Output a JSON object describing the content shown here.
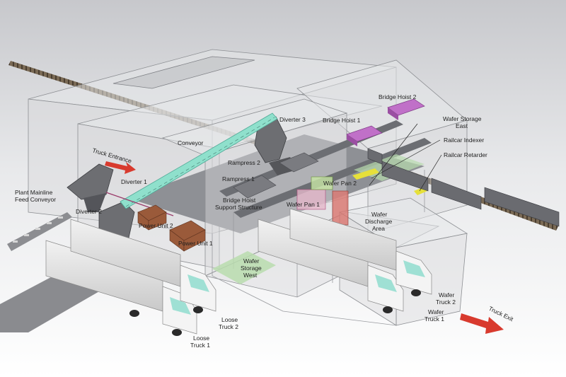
{
  "labels": {
    "plant_mainline_feed_conveyor": [
      "Plant Mainline",
      "Feed Conveyor"
    ],
    "diverter_1": "Diverter 1",
    "diverter_2": "Diverter 2",
    "diverter_3": "Diverter 3",
    "conveyor": "Conveyor",
    "truck_entrance": "Truck Entrance",
    "truck_exit": "Truck Exit",
    "power_unit_1": "Power Unit 1",
    "power_unit_2": "Power Unit 2",
    "rampress_1": "Rampress 1",
    "rampress_2": "Rampress 2",
    "bridge_hoist_1": "Bridge Hoist 1",
    "bridge_hoist_2": "Bridge Hoist 2",
    "bridge_hoist_support": [
      "Bridge Hoist",
      "Support Structure"
    ],
    "wafer_storage_east": [
      "Wafer Storage",
      "East"
    ],
    "wafer_storage_west": [
      "Wafer",
      "Storage",
      "West"
    ],
    "railcar_indexer": "Railcar Indexer",
    "railcar_retarder": "Railcar Retarder",
    "wafer_pan_1": "Wafer Pan 1",
    "wafer_pan_2": "Wafer Pan 2",
    "wafer_discharge_area": [
      "Wafer",
      "Discharge",
      "Area"
    ],
    "loose_truck_1": [
      "Loose",
      "Truck 1"
    ],
    "loose_truck_2": [
      "Loose",
      "Truck 2"
    ],
    "wafer_truck_1": [
      "Wafer",
      "Truck 1"
    ],
    "wafer_truck_2": [
      "Wafer",
      "Truck 2"
    ]
  },
  "colors": {
    "accent_hoist": "#c070c8",
    "conveyor": "#8fe0cc",
    "arrow": "#d83a2e",
    "power_unit": "#9a5a3a",
    "storage_pad": "#b8dcae",
    "diverter": "#6d6e72",
    "truck_cab_glass": "#9fe0d4"
  }
}
